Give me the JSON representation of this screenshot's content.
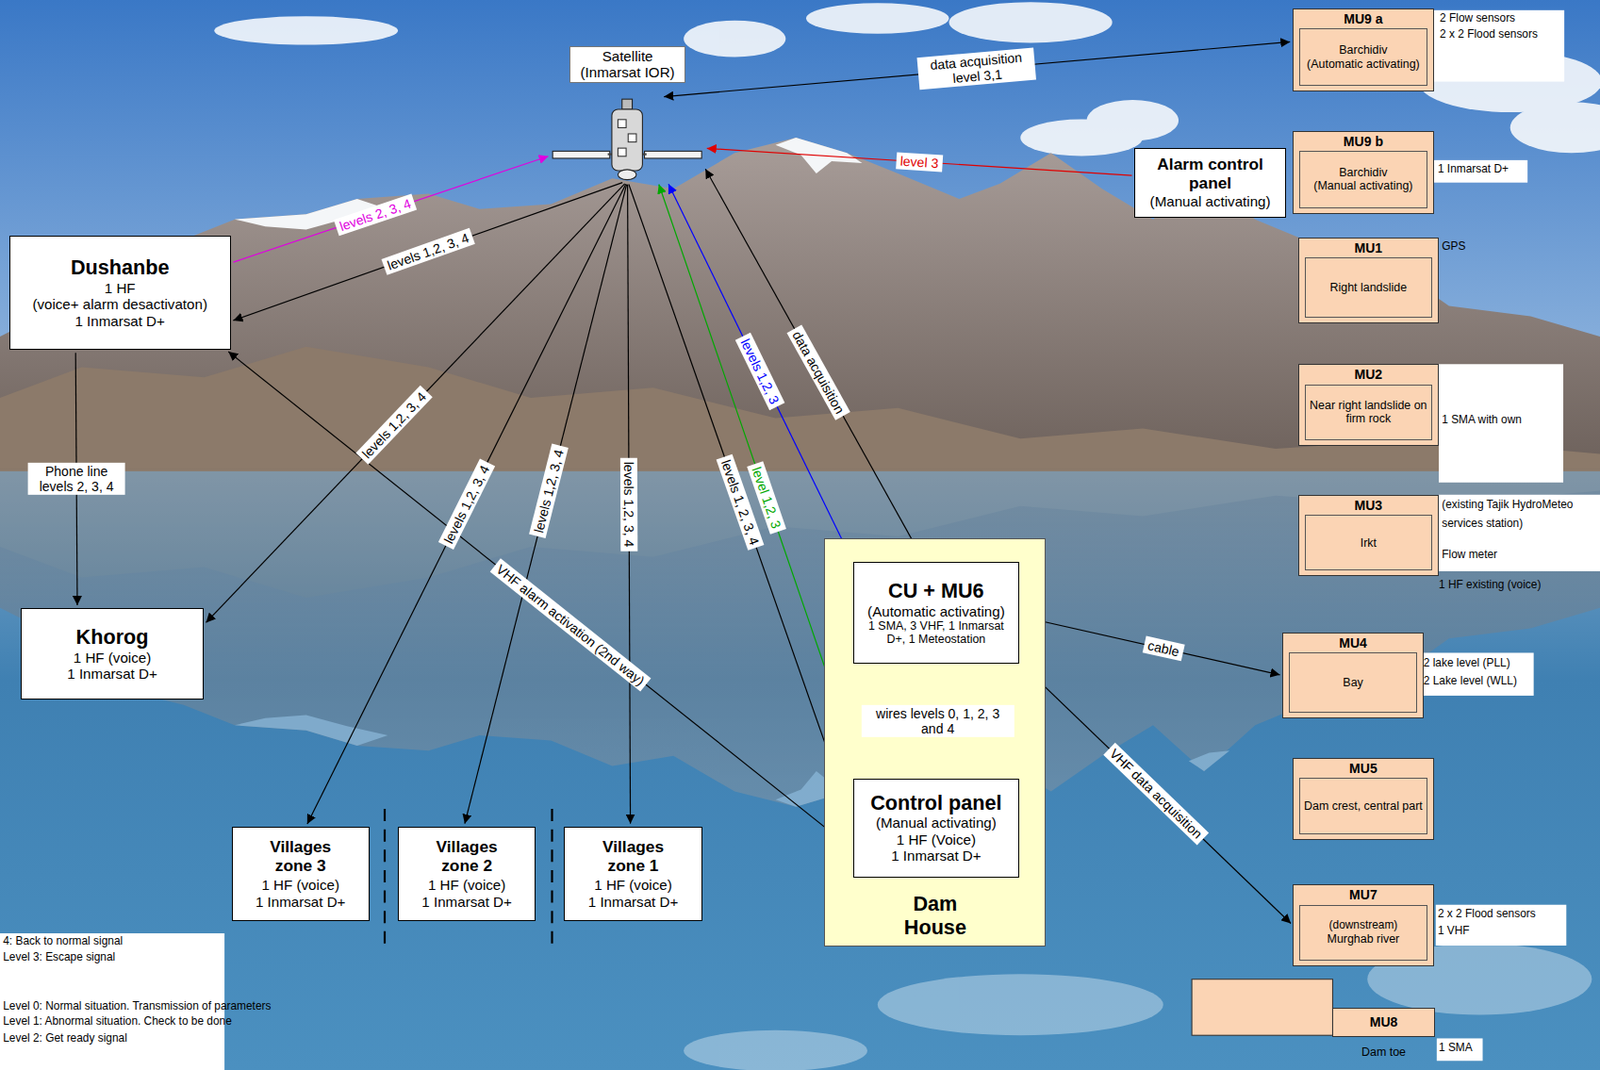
{
  "diagram": {
    "nodes": [
      {
        "text": [
          "Satellite (Inmarsat IOR)"
        ]
      },
      {
        "text": [
          "MU9 a",
          "Barchidiv",
          "(Automatic activating)"
        ]
      },
      {
        "text": [
          "Alarm control panel",
          "(Manual activating)"
        ]
      },
      {
        "text": [
          "MU9 b",
          "Barchidiv",
          "(Manual activating)"
        ]
      },
      {
        "text": [
          "Dushanbe",
          "1 HF",
          "(voice+ alarm desactivaton)",
          "1 Inmarsat D+"
        ]
      },
      {
        "text": [
          "MU1",
          "Right landslide"
        ]
      },
      {
        "text": [
          "MU2",
          "Near right landslide on firm rock"
        ]
      },
      {
        "text": [
          "MU3",
          "Irkt"
        ]
      },
      {
        "text": [
          "Dam House"
        ]
      },
      {
        "text": [
          "CU + MU6",
          "(Automatic activating)",
          "1 SMA, 3 VHF, 1 Inmarsat D+, 1 Meteostation"
        ],
        "in": 8
      },
      {
        "text": [
          "Control panel",
          "(Manual activating)",
          "1 HF (Voice)",
          "1 Inmarsat D+"
        ],
        "in": 8
      },
      {
        "text": [
          "Khorog",
          "1 HF (voice)",
          "1 Inmarsat D+"
        ]
      },
      {
        "text": [
          "MU4",
          "Bay"
        ]
      },
      {
        "text": [
          "MU5",
          "Dam crest, central part"
        ]
      },
      {
        "text": [
          "Villages zone 3",
          "1 HF (voice)",
          "1 Inmarsat D+"
        ]
      },
      {
        "text": [
          "Villages zone 2",
          "1 HF (voice)",
          "1 Inmarsat D+"
        ]
      },
      {
        "text": [
          "Villages zone 1",
          "1 HF (voice)",
          "1 Inmarsat D+"
        ]
      },
      {
        "text": [
          "MU7",
          "(downstream)",
          "Murghab river"
        ]
      },
      {
        "text": [
          "MU8",
          "Dam toe"
        ]
      }
    ],
    "edges": [
      {
        "from": 0,
        "to": 1,
        "label": "data acquisition level 3,1",
        "arrow": "both"
      },
      {
        "from": 2,
        "to": 0,
        "label": "level 3",
        "arrow": "to"
      },
      {
        "from": 4,
        "to": 0,
        "label": "levels 2, 3, 4",
        "arrow": "to"
      },
      {
        "from": 0,
        "to": 4,
        "label": "levels 1,2, 3, 4",
        "arrow": "to"
      },
      {
        "from": 0,
        "to": 11,
        "label": "levels 1,2, 3, 4",
        "arrow": "to"
      },
      {
        "from": 0,
        "to": 14,
        "label": "levels 1,2, 3, 4",
        "arrow": "to"
      },
      {
        "from": 0,
        "to": 15,
        "label": "levels 1,2, 3, 4",
        "arrow": "to"
      },
      {
        "from": 0,
        "to": 16,
        "label": "levels 1,2, 3, 4",
        "arrow": "to"
      },
      {
        "from": 0,
        "to": 10,
        "label": "levels 1, 2, 3, 4",
        "arrow": "to"
      },
      {
        "from": 10,
        "to": 0,
        "label": "level 1,2, 3",
        "arrow": "to"
      },
      {
        "from": 9,
        "to": 0,
        "label": "levels 1,2, 3",
        "arrow": "to"
      },
      {
        "from": 0,
        "to": 9,
        "label": "data acquisition",
        "arrow": "both"
      },
      {
        "from": 4,
        "to": 10,
        "label": "VHF alarm activation (2nd way)",
        "arrow": "both"
      },
      {
        "from": 4,
        "to": 11,
        "label": "Phone line levels 2, 3, 4",
        "arrow": "to"
      },
      {
        "from": 9,
        "to": 10,
        "label": "wires levels 0, 1, 2, 3 and 4",
        "arrow": "both"
      },
      {
        "from": 9,
        "to": 12,
        "label": "cable",
        "arrow": "both"
      },
      {
        "from": 9,
        "to": 17,
        "label": "VHF data acquisition",
        "arrow": "both"
      }
    ],
    "labels": [
      "2 Flow sensors",
      "2 x 2 Flood sensors",
      "1 Inmarsat D+",
      "GPS",
      "1 SMA with own",
      "(existing Tajik HydroMeteo",
      "services station)",
      "Flow meter",
      "1 HF existing (voice)",
      "2 lake level (PLL)",
      "2 Lake level (WLL)",
      "2 x 2 Flood sensors",
      "1 VHF",
      "1 SMA",
      "4: Back to normal signal",
      "Level 3: Escape signal",
      "Level 0: Normal situation. Transmission of parameters",
      "Level 1: Abnormal situation. Check to be done",
      "Level 2: Get ready signal"
    ]
  }
}
